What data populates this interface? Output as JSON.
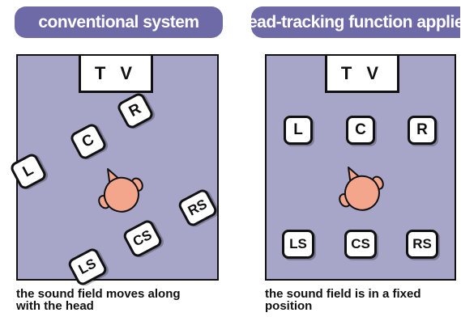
{
  "panels": {
    "left": {
      "header": "conventional system",
      "tv_label": "T V",
      "speakers": {
        "L": "L",
        "C": "C",
        "R": "R",
        "LS": "LS",
        "CS": "CS",
        "RS": "RS"
      },
      "caption_line1": "the sound field moves along",
      "caption_line2": "with the head"
    },
    "right": {
      "header": "head-tracking function applied",
      "tv_label": "T V",
      "speakers": {
        "L": "L",
        "C": "C",
        "R": "R",
        "LS": "LS",
        "CS": "CS",
        "RS": "RS"
      },
      "caption_line1": "the sound field is in a fixed",
      "caption_line2": "position"
    }
  },
  "colors": {
    "header_bg": "#6e6aa8",
    "room_bg": "#a7a6c9",
    "head_skin": "#f3a68c",
    "speaker_bg": "#ffffff",
    "outline": "#111111"
  }
}
